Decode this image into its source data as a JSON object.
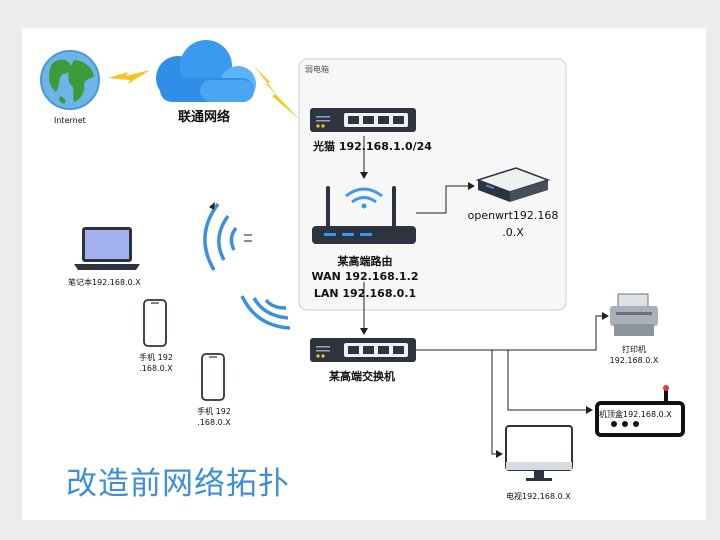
{
  "diagram": {
    "title": "改造前网络拓扑",
    "internet_label": "Internet",
    "isp_label": "联通网络",
    "cabinet_label": "弱电箱",
    "modem_label": "光猫 192.168.1.0/24",
    "router": {
      "name": "某高端路由",
      "wan": "WAN 192.168.1.2",
      "lan": "LAN 192.168.0.1"
    },
    "openwrt": {
      "line1": "openwrt192.168",
      "line2": ".0.X"
    },
    "switch_label": "某高端交换机",
    "laptop_label": "笔记本192.168.0.X",
    "phone1": {
      "line1": "手机 192",
      "line2": ".168.0.X"
    },
    "phone2": {
      "line1": "手机 192",
      "line2": ".168.0.X"
    },
    "printer": {
      "line1": "打印机",
      "line2": "192.168.0.X"
    },
    "stb_label": "机顶盒192.168.0.X",
    "tv_label": "电视192.168.0.X",
    "colors": {
      "title": "#3e8ed8",
      "cloud": "#2f8ee6",
      "lightning": "#f5c518",
      "wifi": "#3a8fe0",
      "device_dark": "#2d3440"
    }
  }
}
